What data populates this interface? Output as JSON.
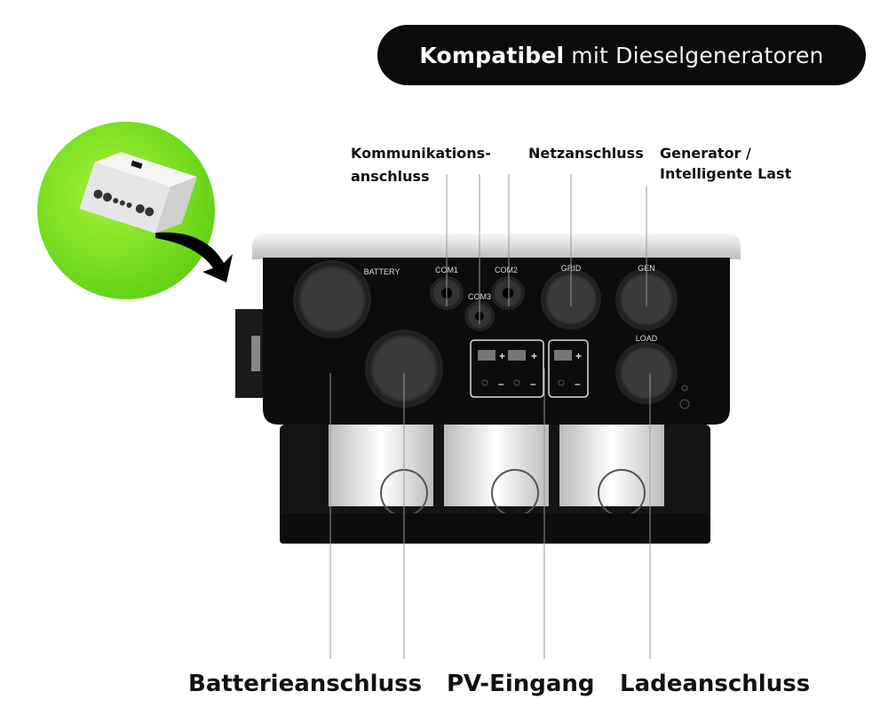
{
  "banner": {
    "bold": "Kompatibel",
    "rest": "mit Dieselgeneratoren"
  },
  "top_labels": {
    "communication_line1": "Kommunikations-",
    "communication_line2": "anschluss",
    "grid": "Netzanschluss",
    "generator_line1": "Generator /",
    "generator_line2": "Intelligente Last"
  },
  "bottom_labels": {
    "battery": "Batterieanschluss",
    "pv": "PV-Eingang",
    "load": "Ladeanschluss"
  },
  "device_port_labels": {
    "battery": "BATTERY",
    "com1": "COM1",
    "com2": "COM2",
    "com3": "COM3",
    "grid": "GRID",
    "gen": "GEN",
    "load": "LOAD",
    "plus": "+",
    "minus": "–"
  },
  "colors": {
    "accent_green": "#7ee01f",
    "banner_bg": "#0b0b0b"
  }
}
